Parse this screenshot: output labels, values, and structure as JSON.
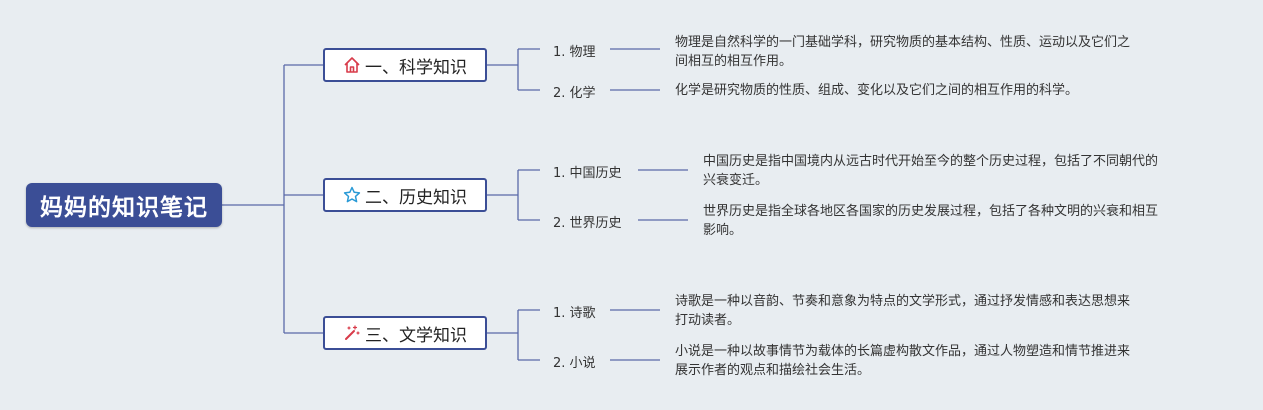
{
  "root": {
    "title": "妈妈的知识笔记"
  },
  "branches": [
    {
      "label": "一、科学知识",
      "icon": "house-icon",
      "icon_color": "#d83b4a",
      "items": [
        {
          "label": "1. 物理",
          "desc": [
            "物理是自然科学的一门基础学科，研究物质的基本结构、性质、运动以及它们之",
            "间相互的相互作用。"
          ]
        },
        {
          "label": "2. 化学",
          "desc": [
            "化学是研究物质的性质、组成、变化以及它们之间的相互作用的科学。"
          ]
        }
      ]
    },
    {
      "label": "二、历史知识",
      "icon": "star-icon",
      "icon_color": "#2a9ad6",
      "items": [
        {
          "label": "1. 中国历史",
          "desc": [
            "中国历史是指中国境内从远古时代开始至今的整个历史过程，包括了不同朝代的",
            "兴衰变迁。"
          ]
        },
        {
          "label": "2. 世界历史",
          "desc": [
            "世界历史是指全球各地区各国家的历史发展过程，包括了各种文明的兴衰和相互",
            "影响。"
          ]
        }
      ]
    },
    {
      "label": "三、文学知识",
      "icon": "magic-wand-icon",
      "icon_color": "#d83b4a",
      "items": [
        {
          "label": "1. 诗歌",
          "desc": [
            "诗歌是一种以音韵、节奏和意象为特点的文学形式，通过抒发情感和表达思想来",
            "打动读者。"
          ]
        },
        {
          "label": "2. 小说",
          "desc": [
            "小说是一种以故事情节为载体的长篇虚构散文作品，通过人物塑造和情节推进来",
            "展示作者的观点和描绘社会生活。"
          ]
        }
      ]
    }
  ]
}
